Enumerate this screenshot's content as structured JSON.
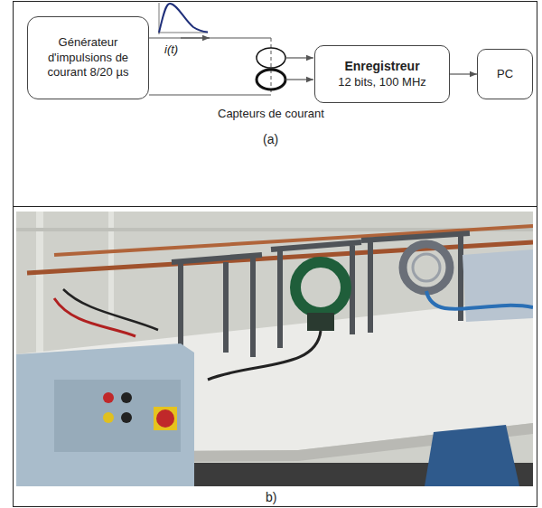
{
  "diagram": {
    "nodes": [
      {
        "text": [
          "Générateur d'impulsions de courant 8/20 µs"
        ]
      },
      {
        "text": [
          "Enregistreur",
          "12 bits, 100 MHz"
        ]
      },
      {
        "text": [
          "PC"
        ]
      }
    ],
    "edges": [
      {
        "from": 1,
        "to": 2,
        "arrow": "to"
      }
    ],
    "labels": [
      "i(t)",
      "Capteurs de courant",
      "(a)",
      "b)"
    ]
  }
}
